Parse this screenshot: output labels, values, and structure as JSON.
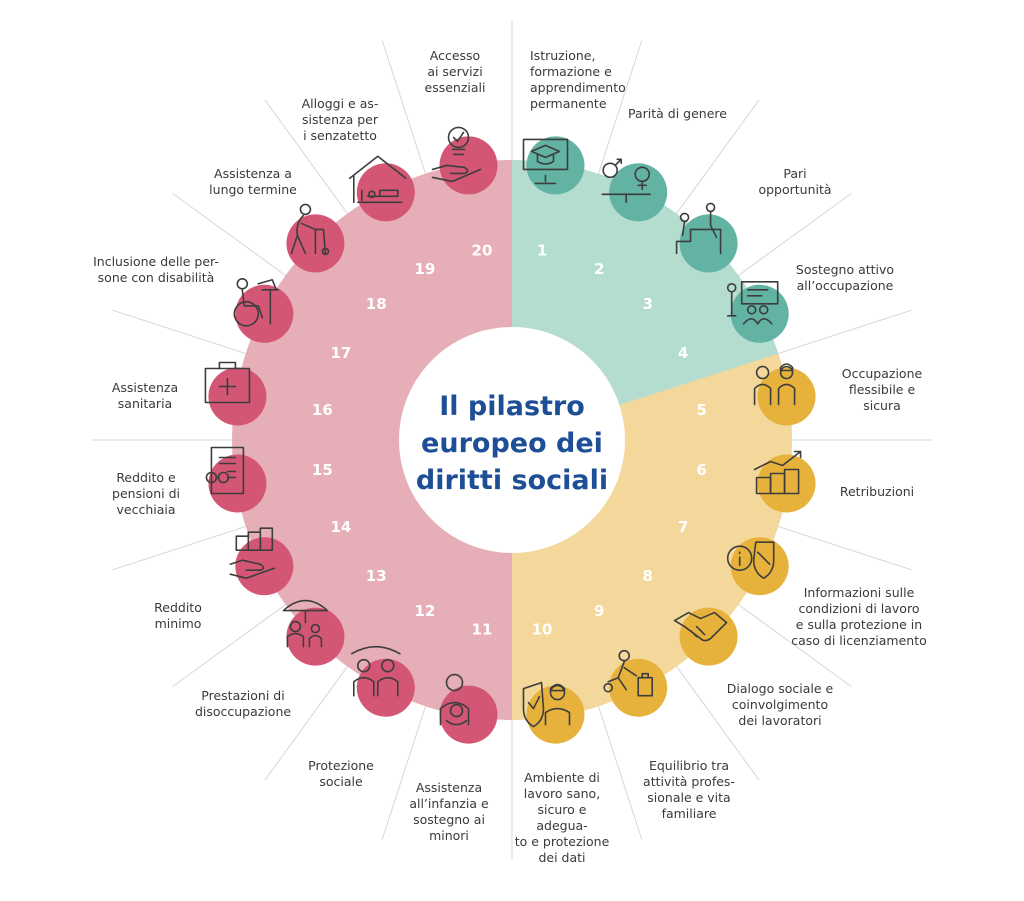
{
  "title_lines": [
    "Il pilastro",
    "europeo dei",
    "diritti sociali"
  ],
  "colors": {
    "teal_sector": "#b4dccf",
    "yellow_sector": "#f4d79a",
    "pink_sector": "#e6aeb6",
    "teal_circle": "#62b3a3",
    "yellow_circle": "#e6b23c",
    "pink_circle": "#d35774",
    "title": "#1e4f96"
  },
  "principles": [
    {
      "number": "1",
      "label": "Istruzione,\nformazione e\napprendimento\npermanente",
      "group": "teal",
      "icon": "graduation-screen-icon"
    },
    {
      "number": "2",
      "label": "Parità di genere",
      "group": "teal",
      "icon": "gender-balance-icon"
    },
    {
      "number": "3",
      "label": "Pari\nopportunità",
      "group": "teal",
      "icon": "equal-steps-icon"
    },
    {
      "number": "4",
      "label": "Sostegno attivo\nall’occupazione",
      "group": "teal",
      "icon": "presentation-icon"
    },
    {
      "number": "5",
      "label": "Occupazione\nflessibile e\nsicura",
      "group": "yellow",
      "icon": "workers-icon"
    },
    {
      "number": "6",
      "label": "Retribuzioni",
      "group": "yellow",
      "icon": "coins-growth-icon"
    },
    {
      "number": "7",
      "label": "Informazioni sulle\ncondizioni di lavoro\ne sulla protezione in\ncaso di licenziamento",
      "group": "yellow",
      "icon": "info-shield-icon"
    },
    {
      "number": "8",
      "label": "Dialogo sociale e\ncoinvolgimento\ndei lavoratori",
      "group": "yellow",
      "icon": "handshake-icon"
    },
    {
      "number": "9",
      "label": "Equilibrio tra\nattività profes-\nsionale e vita\nfamiliare",
      "group": "yellow",
      "icon": "work-life-icon"
    },
    {
      "number": "10",
      "label": "Ambiente di\nlavoro sano,\nsicuro e adegua-\nto e protezione\ndei dati",
      "group": "yellow",
      "icon": "safety-worker-icon"
    },
    {
      "number": "11",
      "label": "Assistenza\nall’infanzia e\nsostegno ai\nminori",
      "group": "pink",
      "icon": "child-care-icon"
    },
    {
      "number": "12",
      "label": "Protezione\nsociale",
      "group": "pink",
      "icon": "protected-people-icon"
    },
    {
      "number": "13",
      "label": "Prestazioni di\ndisoccupazione",
      "group": "pink",
      "icon": "umbrella-family-icon"
    },
    {
      "number": "14",
      "label": "Reddito\nminimo",
      "group": "pink",
      "icon": "hand-coins-icon"
    },
    {
      "number": "15",
      "label": "Reddito e\npensioni di\nvecchiaia",
      "group": "pink",
      "icon": "pension-document-icon"
    },
    {
      "number": "16",
      "label": "Assistenza\nsanitaria",
      "group": "pink",
      "icon": "medical-kit-icon"
    },
    {
      "number": "17",
      "label": "Inclusione delle per-\nsone con disabilità",
      "group": "pink",
      "icon": "wheelchair-desk-icon"
    },
    {
      "number": "18",
      "label": "Assistenza a\nlungo termine",
      "group": "pink",
      "icon": "elderly-walker-icon"
    },
    {
      "number": "19",
      "label": "Alloggi e as-\nsistenza per\ni senzatetto",
      "group": "pink",
      "icon": "house-bed-icon"
    },
    {
      "number": "20",
      "label": "Accesso\nai servizi\nessenziali",
      "group": "pink",
      "icon": "lightbulb-hand-icon"
    }
  ]
}
